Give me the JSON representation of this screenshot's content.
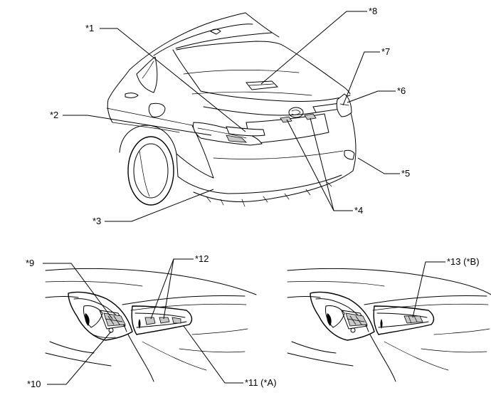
{
  "callouts": {
    "c1": "*1",
    "c2": "*2",
    "c3": "*3",
    "c4": "*4",
    "c5": "*5",
    "c6": "*6",
    "c7": "*7",
    "c8": "*8",
    "c9": "*9",
    "c10": "*10",
    "c11": "*11 (*A)",
    "c12": "*12",
    "c13": "*13 (*B)"
  }
}
